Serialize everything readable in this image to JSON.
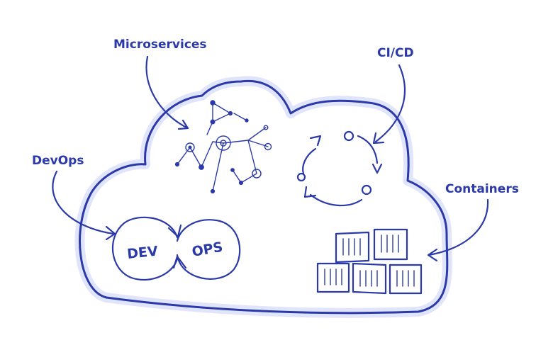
{
  "labels": {
    "microservices": "Microservices",
    "cicd": "CI/CD",
    "devops": "DevOps",
    "containers": "Containers"
  },
  "devops_loop": {
    "dev": "DEV",
    "ops": "OPS"
  },
  "colors": {
    "ink": "#2b3aa8",
    "glow": "#c9d0f7",
    "background": "#ffffff"
  }
}
